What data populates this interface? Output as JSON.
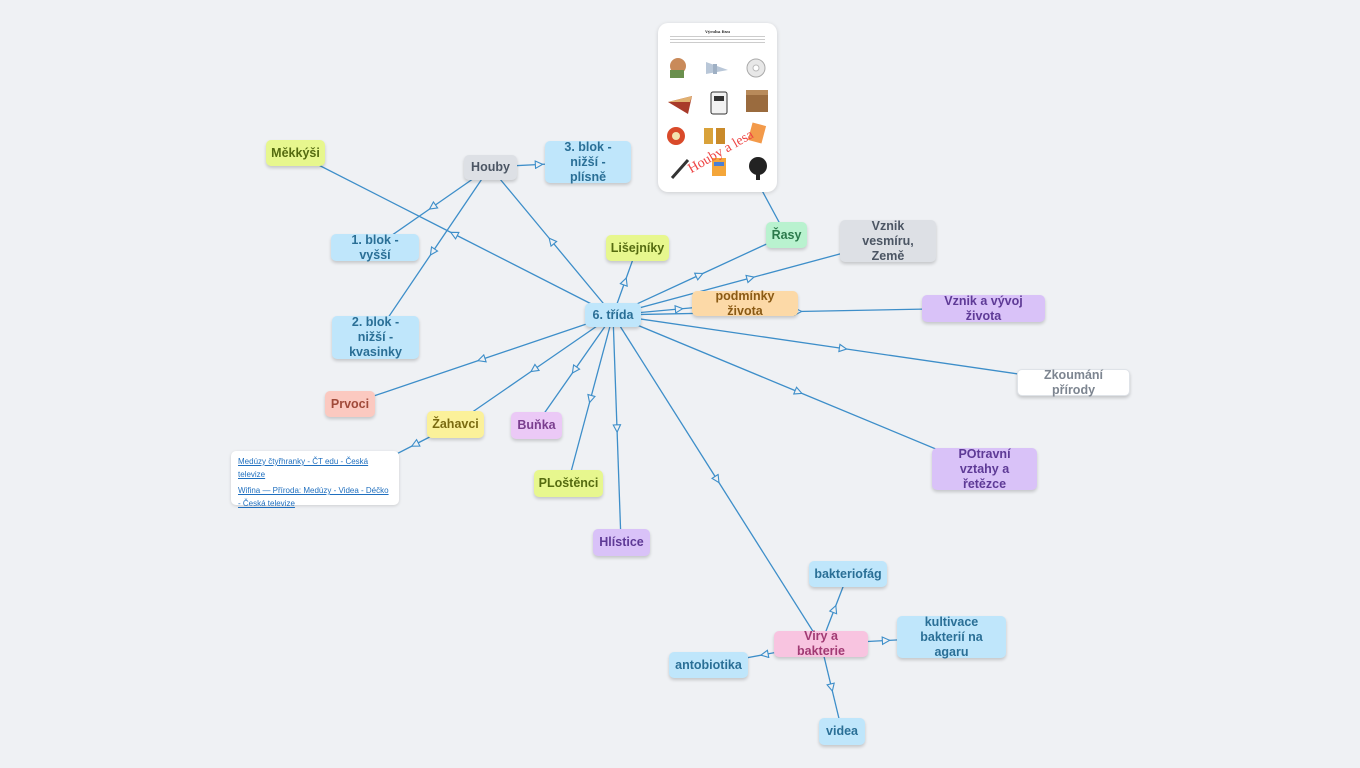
{
  "mindmap": {
    "center": "6. třída",
    "branches": {
      "houby": "Houby",
      "blok3": "3. blok - nižší - plísně",
      "mekkysi": "Měkkýši",
      "blok1": "1. blok - vyšší",
      "blok2": "2. blok - nižší -kvasinky",
      "lisejniky": "Lišejníky",
      "rasy": "Řasy",
      "vznik_vesmiru": "Vznik vesmíru, Země",
      "podminky": "podmínky života",
      "vznik_zivota": "Vznik a vývoj života",
      "zkoumani": "Zkoumání přírody",
      "prvoci": "Prvoci",
      "zahavci": "Žahavci",
      "bunka": "Buňka",
      "plostenci": "PLoštěnci",
      "hlistice": "Hlístice",
      "potravni": "POtravní vztahy a řetězce",
      "viry": "Viry a bakterie",
      "bakteriofag": "bakteriofág",
      "kultivace": "kultivace bakterií na agaru",
      "antibiotika": "antobiotika",
      "videa": "videa"
    },
    "links": [
      "Medúzy čtyřhranky - ČT edu - Česká televize",
      "Wifina — Příroda: Medúzy - Videa - Déčko - Česká televize"
    ],
    "image_card": {
      "title": "Výroba fixu",
      "overlay": "Houby a lesa"
    }
  },
  "colors": {
    "background": "#eff1f4",
    "edge": "#3d8ec9"
  }
}
